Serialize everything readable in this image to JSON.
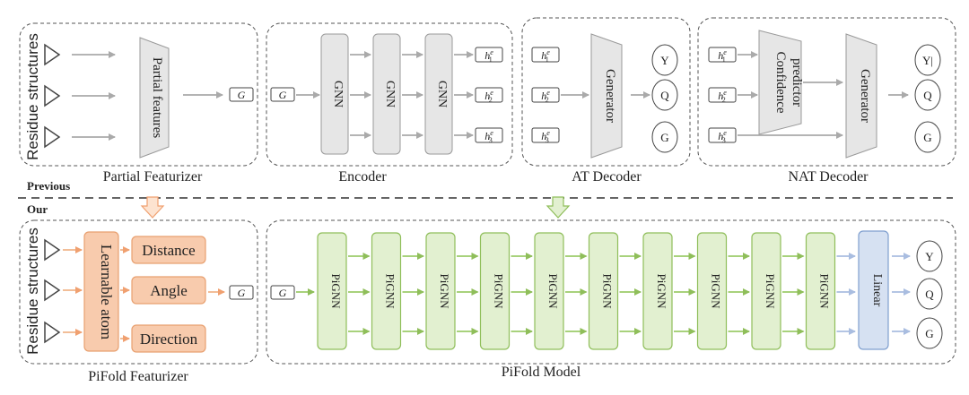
{
  "previous": {
    "section_label": "Previous",
    "featurizer": {
      "side_label": "Residue structures",
      "block_label": "Partial features",
      "output_label": "G",
      "caption": "Partial Featurizer"
    },
    "encoder": {
      "input_label": "G",
      "gnn_labels": [
        "GNN",
        "GNN",
        "GNN"
      ],
      "outputs": [
        "h",
        "h",
        "h"
      ],
      "output_superscript": "e",
      "output_subscripts": [
        "1",
        "2",
        "3"
      ],
      "caption": "Encoder"
    },
    "at_decoder": {
      "generator_label": "Generator",
      "outputs": [
        "Y",
        "Q",
        "G"
      ],
      "caption": "AT Decoder"
    },
    "nat_decoder": {
      "predictor_label_line1": "Confidence",
      "predictor_label_line2": "predictor",
      "generator_label": "Generator",
      "outputs": [
        "Y|",
        "Q",
        "G"
      ],
      "caption": "NAT Decoder"
    }
  },
  "ours": {
    "section_label": "Our",
    "featurizer": {
      "side_label": "Residue structures",
      "atom_label": "Learnable atom",
      "features": [
        "Distance",
        "Angle",
        "Direction"
      ],
      "output_label": "G",
      "caption": "PiFold Featurizer"
    },
    "model": {
      "input_label": "G",
      "layers": [
        "PiGNN",
        "PiGNN",
        "PiGNN",
        "PiGNN",
        "PiGNN",
        "PiGNN",
        "PiGNN",
        "PiGNN",
        "PiGNN",
        "PiGNN"
      ],
      "linear_label": "Linear",
      "outputs": [
        "Y",
        "Q",
        "G"
      ],
      "caption": "PiFold Model"
    }
  },
  "colors": {
    "gray_block": "#e6e6e6",
    "gray_stroke": "#9a9a9a",
    "gray_arrow": "#aaaaaa",
    "orange_fill": "#f8cbad",
    "orange_stroke": "#e8a070",
    "orange_arrow": "#f0b48a",
    "green_fill": "#e2f0d0",
    "green_stroke": "#8fbe5a",
    "green_arrow": "#9ccc6a",
    "blue_fill": "#d6e1f2",
    "blue_stroke": "#7f9fcf",
    "blue_arrow": "#a9bde0"
  }
}
